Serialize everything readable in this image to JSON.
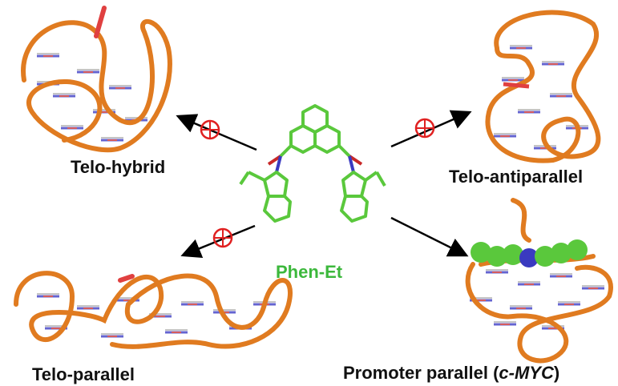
{
  "labels": {
    "telo_hybrid": "Telo-hybrid",
    "telo_antiparallel": "Telo-antiparallel",
    "ligand": "Phen-Et",
    "telo_parallel": "Telo-parallel",
    "promoter_prefix": "Promoter parallel (",
    "promoter_italic": "c-MYC",
    "promoter_suffix": ")"
  },
  "colors": {
    "ribbon": "#e07b20",
    "base": "#4a4ac8",
    "ligand": "#5ac83c",
    "inhibit": "#e02020",
    "arrow": "#000000"
  },
  "interactions": [
    {
      "target": "Telo-hybrid",
      "binding": false
    },
    {
      "target": "Telo-antiparallel",
      "binding": false
    },
    {
      "target": "Telo-parallel",
      "binding": false
    },
    {
      "target": "Promoter parallel (c-MYC)",
      "binding": true
    }
  ]
}
